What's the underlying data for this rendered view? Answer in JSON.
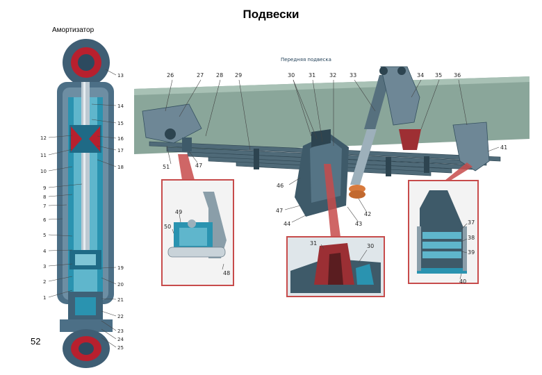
{
  "page": {
    "title": "Подвески",
    "subtitle": "Амортизатор",
    "page_number": "52"
  },
  "panel": {
    "label": "Передняя подвеска"
  },
  "shock_callouts": [
    "13",
    "14",
    "15",
    "16",
    "17",
    "18",
    "12",
    "11",
    "10",
    "9",
    "8",
    "7",
    "6",
    "5",
    "4",
    "3",
    "2",
    "1",
    "19",
    "20",
    "21",
    "22",
    "23",
    "24",
    "25"
  ],
  "suspension_callouts": [
    "26",
    "27",
    "28",
    "29",
    "30",
    "31",
    "32",
    "33",
    "34",
    "35",
    "36",
    "41",
    "51",
    "47",
    "46",
    "47",
    "44",
    "43",
    "42"
  ],
  "detail_callouts": {
    "left": [
      "49",
      "50",
      "48"
    ],
    "center": [
      "31",
      "30"
    ],
    "right": [
      "37",
      "38",
      "39",
      "40"
    ]
  },
  "colors": {
    "steel": "#3f5e74",
    "cutaway": "#2a93b0",
    "red": "#b8202e",
    "frame": "#8aa69a",
    "inset_border": "#c74b4b"
  }
}
